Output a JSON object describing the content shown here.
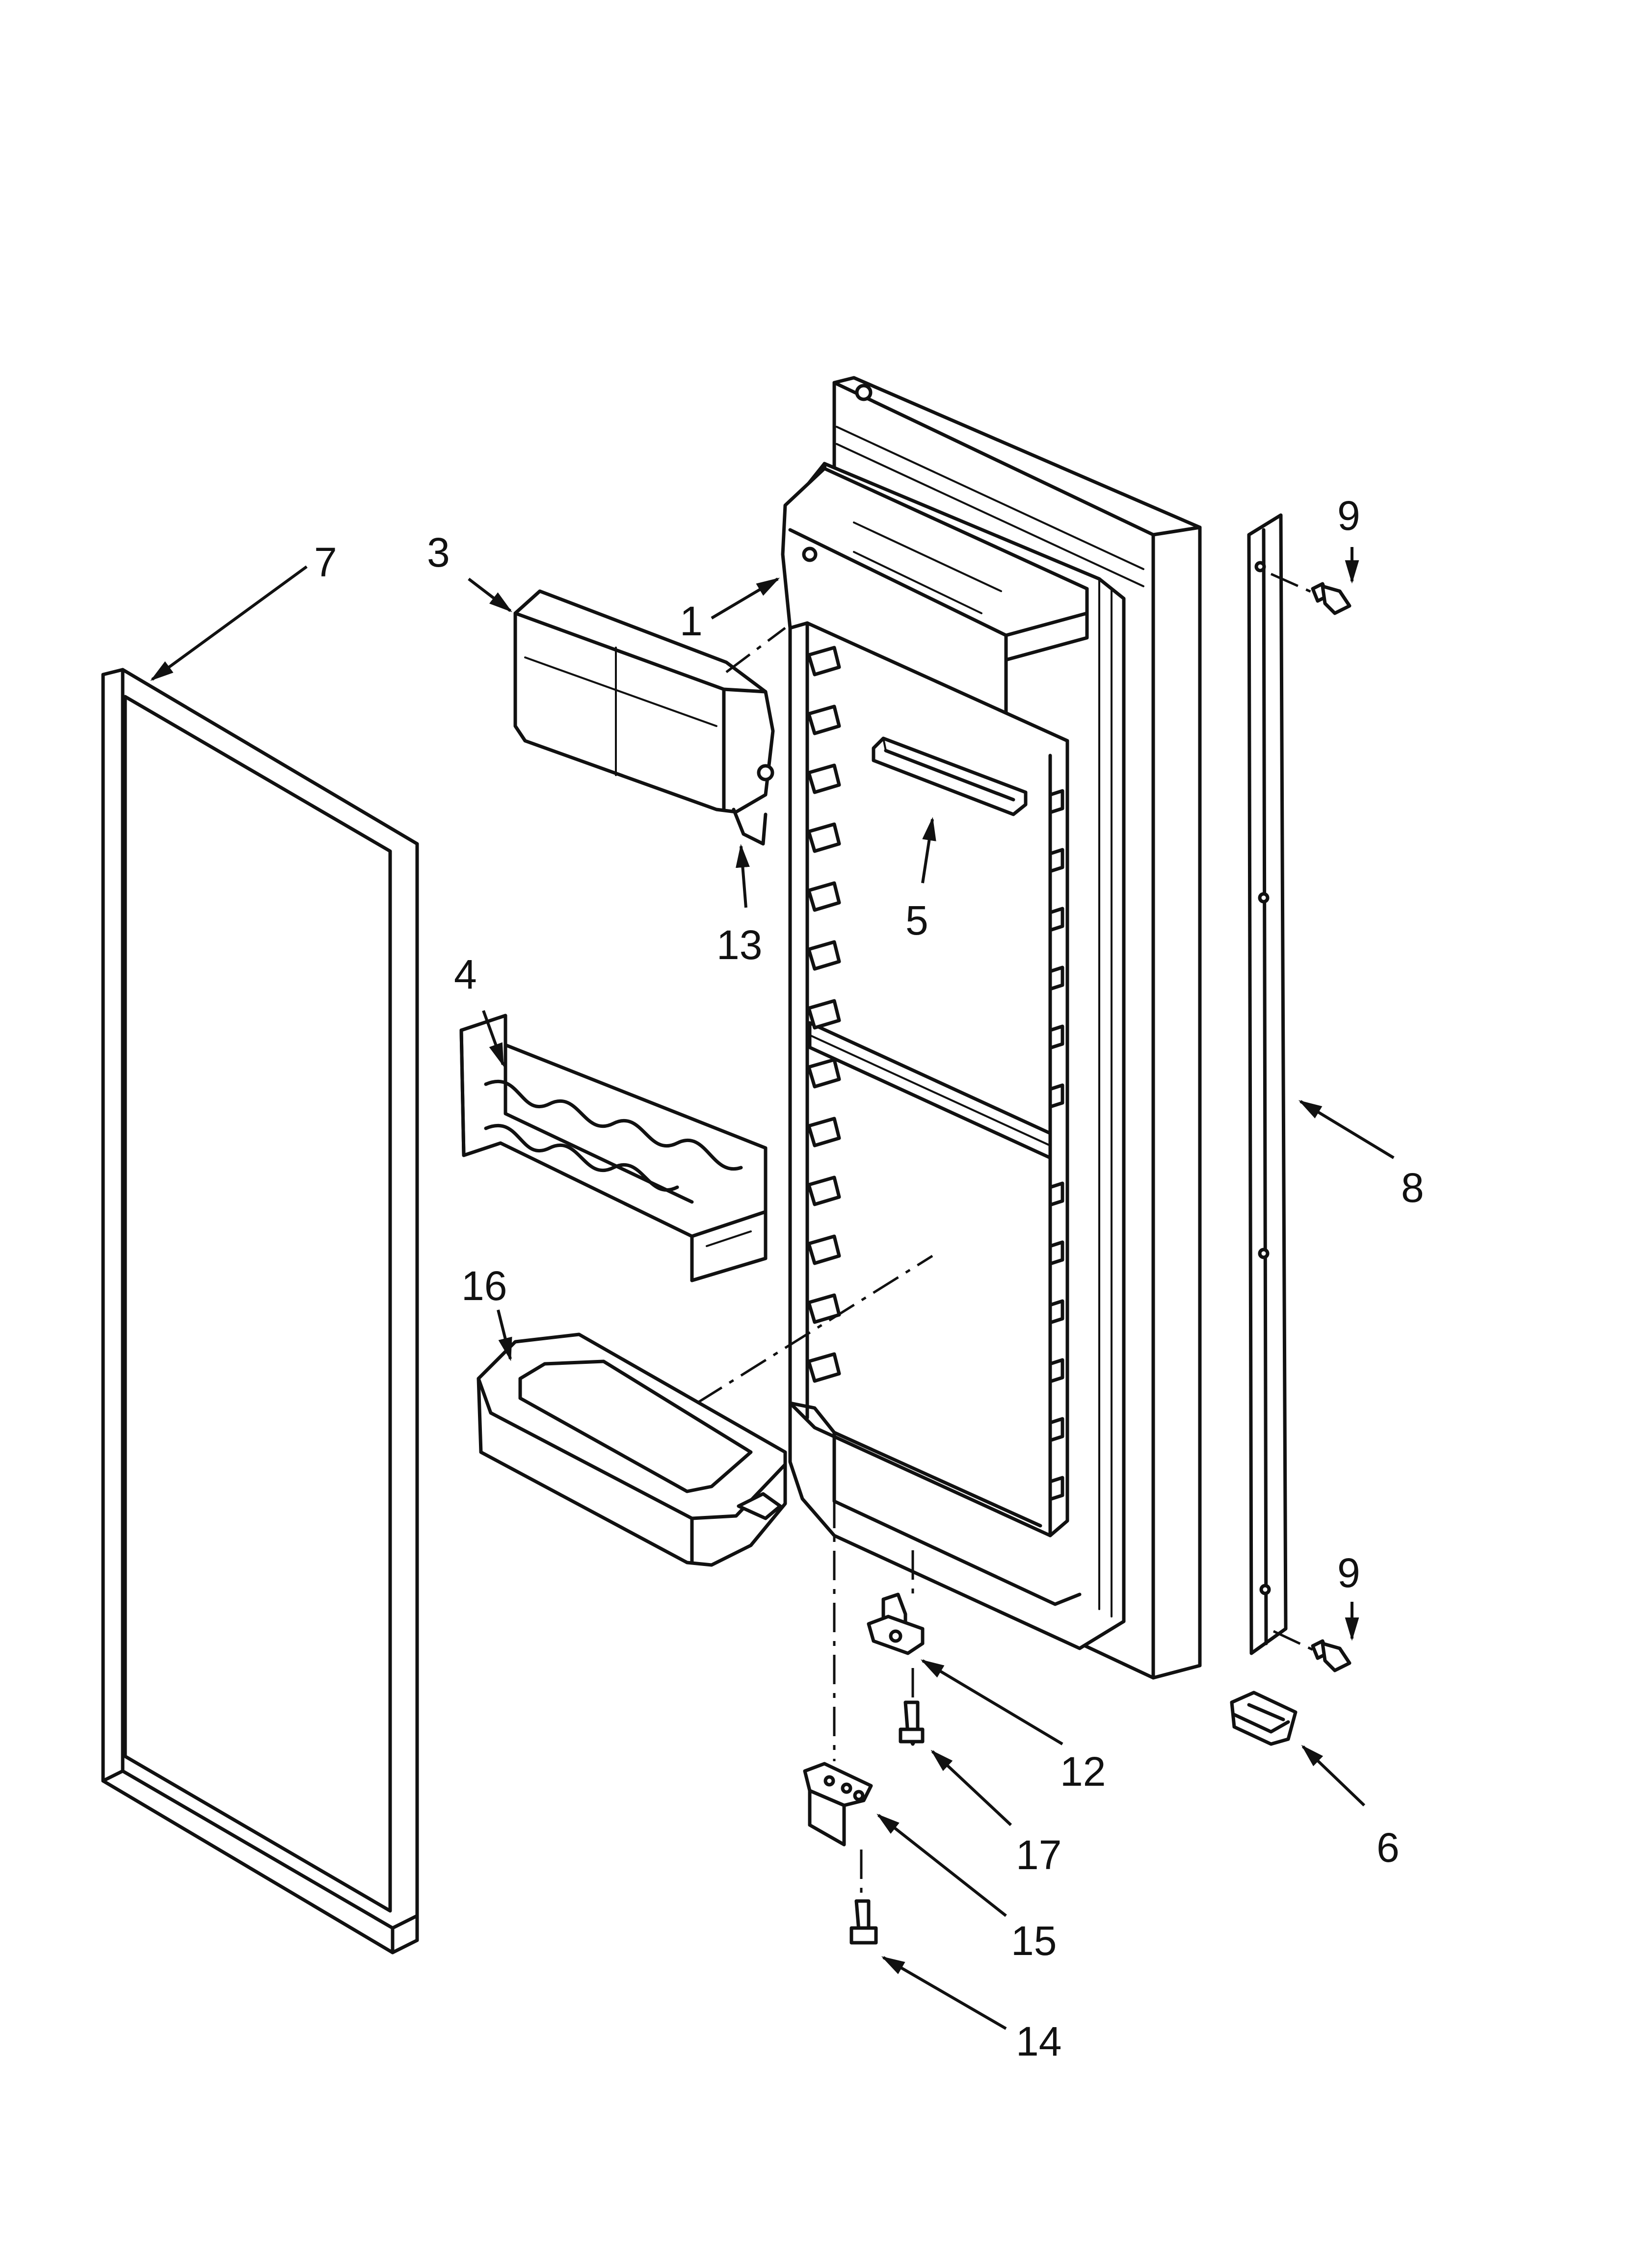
{
  "callouts": {
    "c1": "1",
    "c3": "3",
    "c4": "4",
    "c5": "5",
    "c6": "6",
    "c7": "7",
    "c8": "8",
    "c9a": "9",
    "c9b": "9",
    "c12": "12",
    "c13": "13",
    "c14": "14",
    "c15": "15",
    "c16": "16",
    "c17": "17"
  }
}
